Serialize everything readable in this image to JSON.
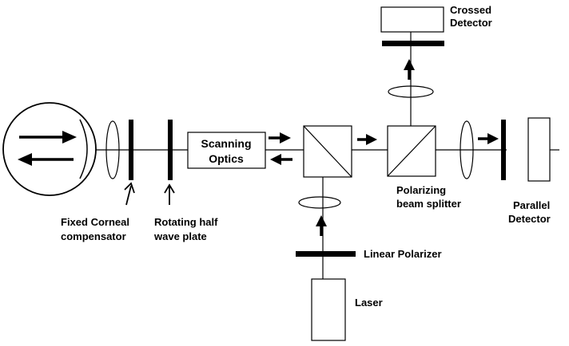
{
  "labels": {
    "crossed_detector_line1": "Crossed",
    "crossed_detector_line2": "Detector",
    "scanning_optics_line1": "Scanning",
    "scanning_optics_line2": "Optics",
    "polarizing_bs_line1": "Polarizing",
    "polarizing_bs_line2": "beam splitter",
    "parallel_detector_line1": "Parallel",
    "parallel_detector_line2": "Detector",
    "fixed_corneal_line1": "Fixed Corneal",
    "fixed_corneal_line2": "compensator",
    "rotating_hwp_line1": "Rotating half",
    "rotating_hwp_line2": "wave plate",
    "linear_polarizer": "Linear Polarizer",
    "laser": "Laser"
  },
  "colors": {
    "ink": "#000000",
    "background": "#ffffff"
  }
}
